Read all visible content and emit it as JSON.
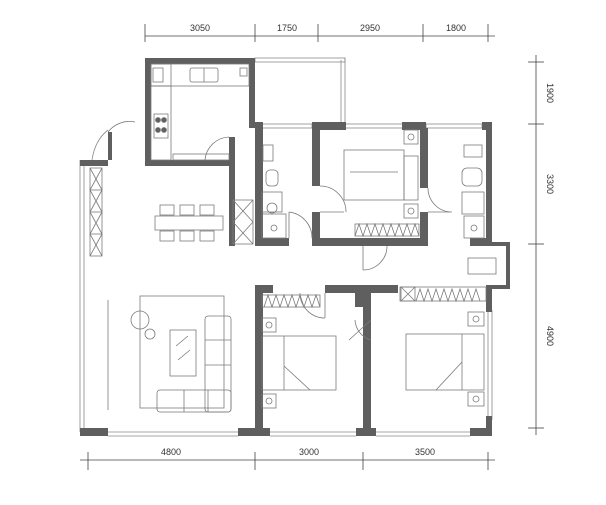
{
  "colors": {
    "wall": "#5f5f5f",
    "line": "#7a7a7a",
    "dim": "#444444",
    "background": "#ffffff"
  },
  "dimensions": {
    "top": [
      "3050",
      "1750",
      "2950",
      "1800"
    ],
    "bottom": [
      "4800",
      "3000",
      "3500"
    ],
    "right": [
      "1900",
      "3300",
      "4900"
    ]
  }
}
